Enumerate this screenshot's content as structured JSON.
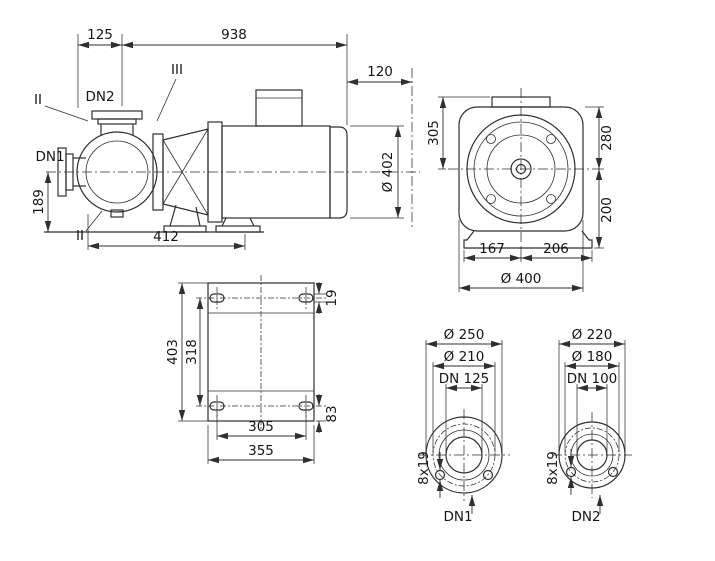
{
  "side_view": {
    "dim_125": "125",
    "dim_938": "938",
    "dim_120": "120",
    "dim_diameter": "Ø 402",
    "dim_189": "189",
    "dim_412": "412",
    "label_dn1": "DN1",
    "label_dn2": "DN2",
    "label_seal_top": "II",
    "label_seal_bottom": "II",
    "label_section": "III"
  },
  "front_view": {
    "dim_305": "305",
    "dim_280": "280",
    "dim_200": "200",
    "dim_167": "167",
    "dim_206": "206",
    "dim_diameter": "Ø 400"
  },
  "baseplate_view": {
    "dim_403": "403",
    "dim_318": "318",
    "dim_19": "19",
    "dim_305": "305",
    "dim_355": "355",
    "dim_83": "83"
  },
  "flange_dn1": {
    "dim_outer": "Ø 250",
    "dim_bolt_circle": "Ø 210",
    "dim_nominal": "DN 125",
    "dim_holes": "8x19",
    "label": "DN1"
  },
  "flange_dn2": {
    "dim_outer": "Ø 220",
    "dim_bolt_circle": "Ø 180",
    "dim_nominal": "DN 100",
    "dim_holes": "8x19",
    "label": "DN2"
  }
}
